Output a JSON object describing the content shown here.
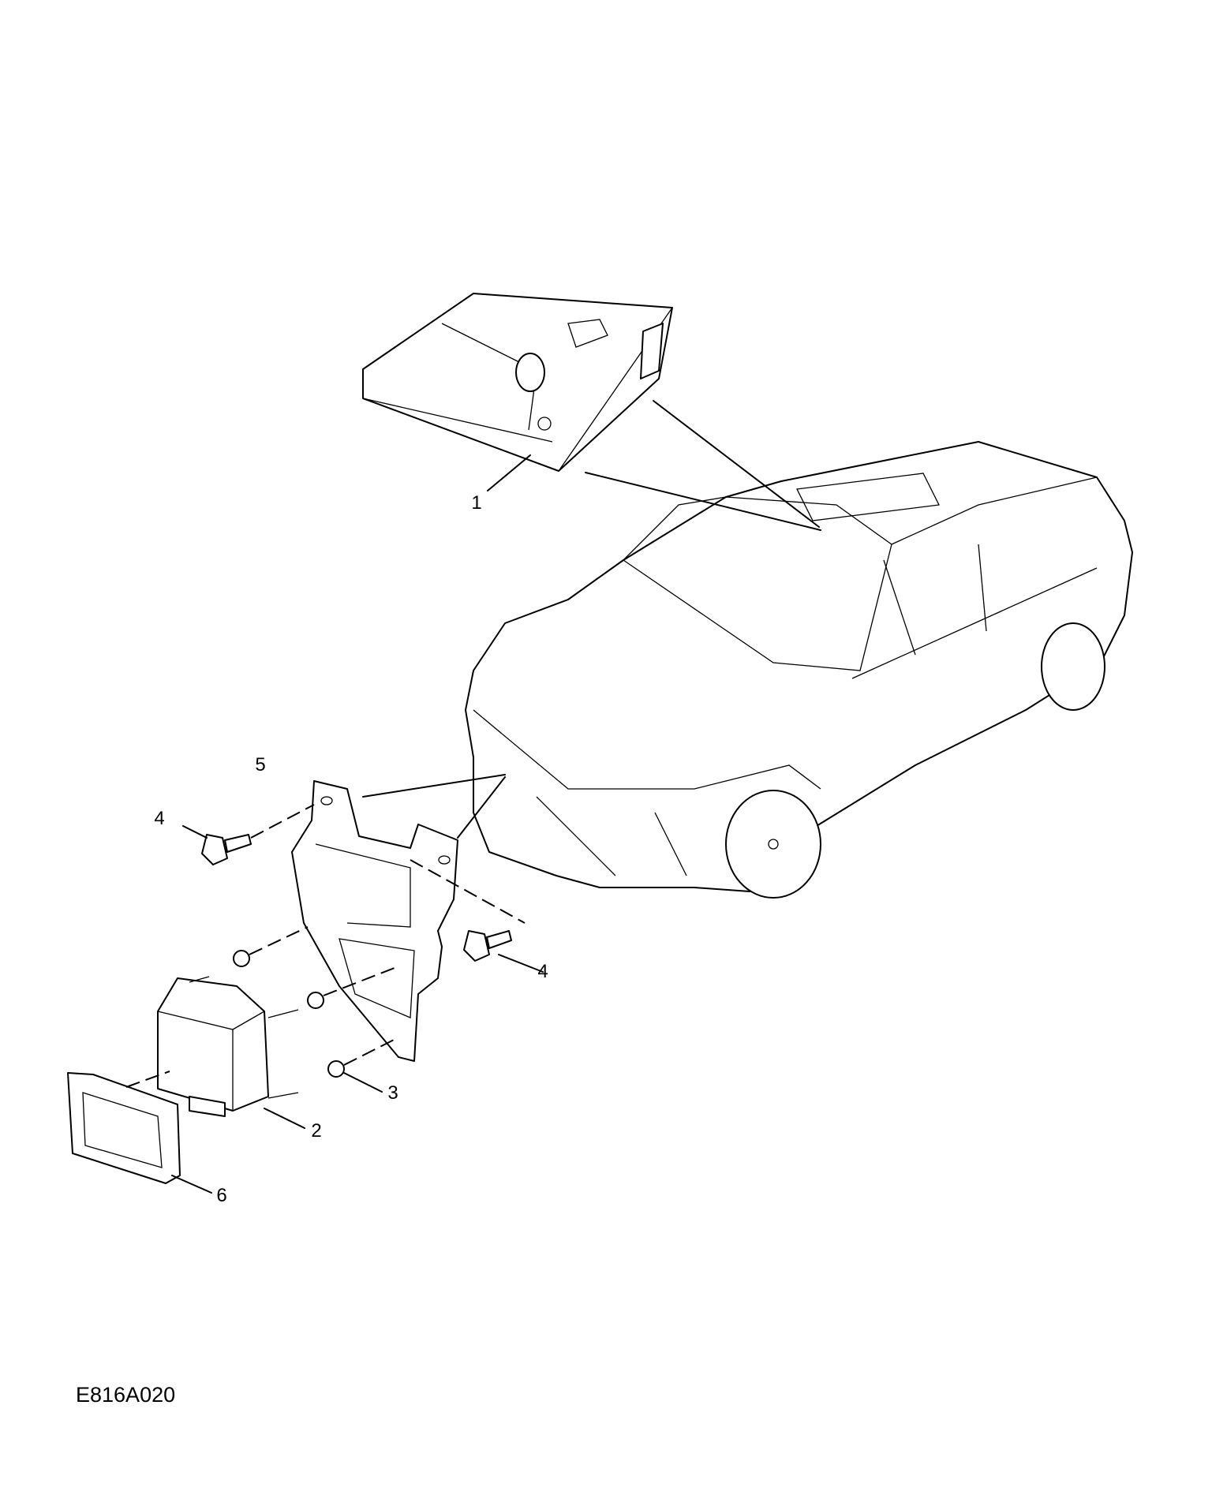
{
  "callouts": {
    "c1": "1",
    "c2": "2",
    "c3": "3",
    "c4a": "4",
    "c4b": "4",
    "c5": "5",
    "c6": "6"
  },
  "figure_code": "E816A020"
}
